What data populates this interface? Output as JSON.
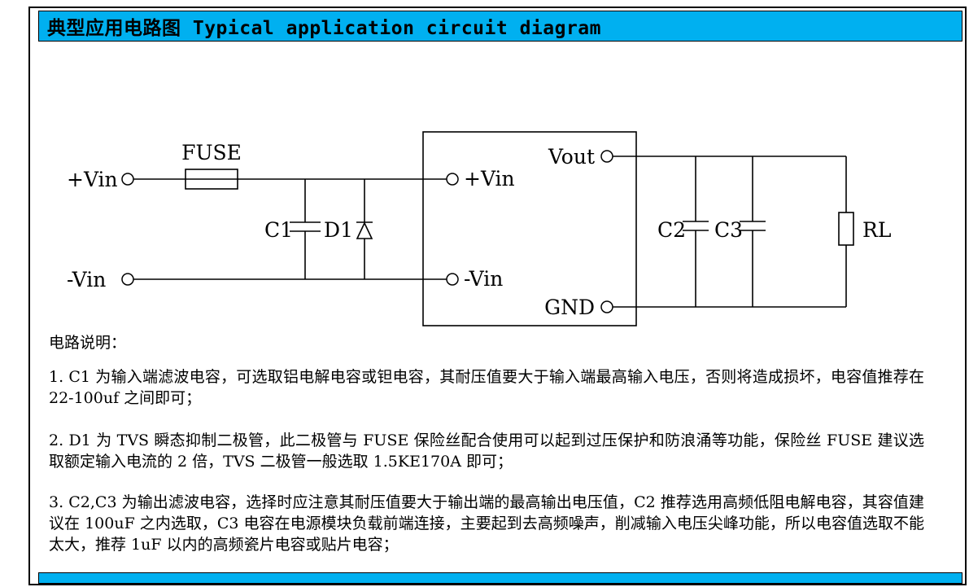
{
  "colors": {
    "header_bg": "#00b0f0",
    "border": "#000000",
    "page_bg": "#ffffff"
  },
  "header": {
    "title": "典型应用电路图 Typical application circuit diagram"
  },
  "circuit": {
    "input": {
      "vin_plus": "+Vin",
      "vin_minus": "-Vin",
      "fuse": "FUSE",
      "c1": "C1",
      "d1": "D1"
    },
    "module": {
      "vin_plus": "+Vin",
      "vin_minus": "-Vin",
      "vout": "Vout",
      "gnd": "GND"
    },
    "output": {
      "c2": "C2",
      "c3": "C3",
      "rl": "RL"
    }
  },
  "notes": {
    "heading": "电路说明：",
    "items": [
      "1. C1 为输入端滤波电容，可选取铝电解电容或钽电容，其耐压值要大于输入端最高输入电压，否则将造成损坏，电容值推荐在 22-100uf 之间即可；",
      "2. D1 为 TVS 瞬态抑制二极管，此二极管与 FUSE 保险丝配合使用可以起到过压保护和防浪涌等功能，保险丝 FUSE 建议选取额定输入电流的 2 倍，TVS 二极管一般选取 1.5KE170A 即可；",
      "3.  C2,C3 为输出滤波电容，选择时应注意其耐压值要大于输出端的最高输出电压值，C2 推荐选用高频低阻电解电容，其容值建议在 100uF 之内选取，C3 电容在电源模块负载前端连接，主要起到去高频噪声，削减输入电压尖峰功能，所以电容值选取不能太大，推荐 1uF 以内的高频瓷片电容或贴片电容；"
    ]
  }
}
